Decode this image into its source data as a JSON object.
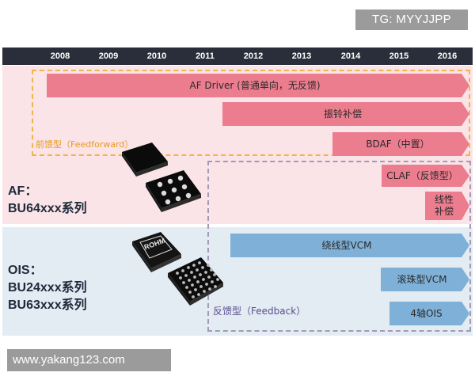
{
  "tag": "TG: MYYJJPP",
  "watermark": "www.yakang123.com",
  "timeline": {
    "years": [
      "2008",
      "2009",
      "2010",
      "2011",
      "2012",
      "2013",
      "2014",
      "2015",
      "2016"
    ]
  },
  "feedforward_label": "前馈型（Feedforward）",
  "feedback_label": "反馈型（Feedback）",
  "af_section": {
    "line1": "AF：",
    "line2": "BU64xxx系列"
  },
  "ois_section": {
    "line1": "OIS：",
    "line2": "BU24xxx系列",
    "line3": "BU63xxx系列"
  },
  "arrows": {
    "af_driver": "AF Driver (普通单向，无反馈)",
    "vibration": "振铃补偿",
    "bdaf": "BDAF（中置）",
    "claf": "CLAF（反馈型）",
    "linear_1": "线性",
    "linear_2": "补偿",
    "wound_vcm": "绕线型VCM",
    "ball_vcm": "滚珠型VCM",
    "four_axis": "4轴OIS"
  },
  "chip_marking": "ROHM",
  "colors": {
    "header": "#2a2e3a",
    "af_band": "#fbe4e7",
    "ois_band": "#e3ebf3",
    "af_arrow": "#ec7d8e",
    "ois_arrow": "#7fb0d8",
    "feedforward_border": "#f0b54a",
    "feedback_border": "#a49ab8"
  }
}
